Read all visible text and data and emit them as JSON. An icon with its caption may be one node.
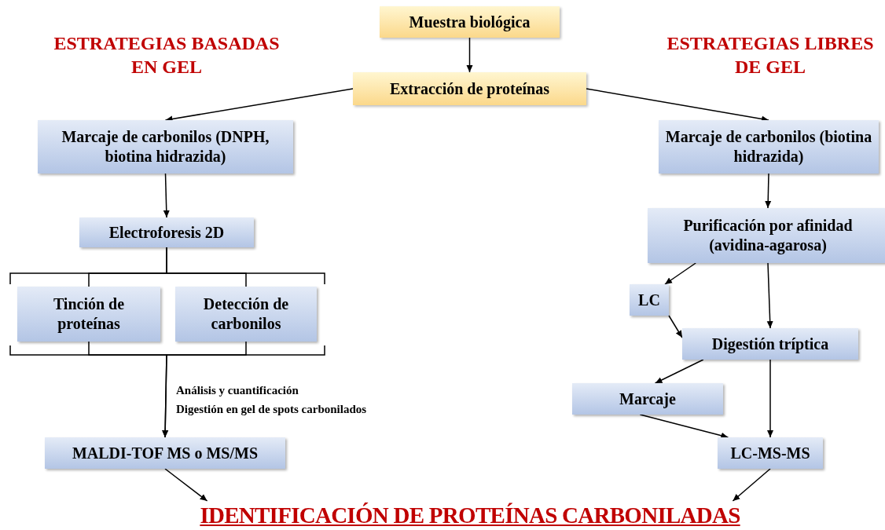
{
  "diagram": {
    "nodes": [
      {
        "text": [
          "Muestra biológica"
        ]
      },
      {
        "text": [
          "Extracción de proteínas"
        ]
      },
      {
        "text": [
          "Marcaje de carbonilos (DNPH, biotina hidrazida)"
        ]
      },
      {
        "text": [
          "Electroforesis 2D"
        ]
      },
      {
        "text": [
          "Tinción de proteínas"
        ]
      },
      {
        "text": [
          "Detección de carbonilos"
        ]
      },
      {
        "text": [
          "MALDI-TOF MS o MS/MS"
        ]
      },
      {
        "text": [
          "Marcaje de carbonilos (biotina hidrazida)"
        ]
      },
      {
        "text": [
          "Purificación por afinidad (avidina-agarosa)"
        ]
      },
      {
        "text": [
          "LC"
        ]
      },
      {
        "text": [
          "Digestión tríptica"
        ]
      },
      {
        "text": [
          "Marcaje"
        ]
      },
      {
        "text": [
          "LC-MS-MS"
        ]
      },
      {
        "text": [
          "IDENTIFICACIÓN DE PROTEÍNAS CARBONILADAS"
        ]
      }
    ],
    "edges": [
      {
        "from": 0,
        "to": 1,
        "arrow": "to"
      },
      {
        "from": 1,
        "to": 2,
        "arrow": "to"
      },
      {
        "from": 1,
        "to": 7,
        "arrow": "to"
      },
      {
        "from": 2,
        "to": 3,
        "arrow": "to"
      },
      {
        "from": 3,
        "to": 4,
        "arrow": "none"
      },
      {
        "from": 3,
        "to": 5,
        "arrow": "none"
      },
      {
        "from": 4,
        "to": 6,
        "arrow": "to",
        "label": "Análisis y cuantificación"
      },
      {
        "from": 5,
        "to": 6,
        "arrow": "to",
        "label": "Digestión en gel de spots carbonilados"
      },
      {
        "from": 7,
        "to": 8,
        "arrow": "to"
      },
      {
        "from": 8,
        "to": 9,
        "arrow": "to"
      },
      {
        "from": 8,
        "to": 10,
        "arrow": "to"
      },
      {
        "from": 9,
        "to": 10,
        "arrow": "to"
      },
      {
        "from": 10,
        "to": 11,
        "arrow": "to"
      },
      {
        "from": 10,
        "to": 12,
        "arrow": "to"
      },
      {
        "from": 11,
        "to": 12,
        "arrow": "to"
      },
      {
        "from": 6,
        "to": 13,
        "arrow": "to"
      },
      {
        "from": 12,
        "to": 13,
        "arrow": "to"
      }
    ],
    "labels": [
      "ESTRATEGIAS BASADAS EN GEL",
      "ESTRATEGIAS LIBRES DE GEL"
    ]
  }
}
